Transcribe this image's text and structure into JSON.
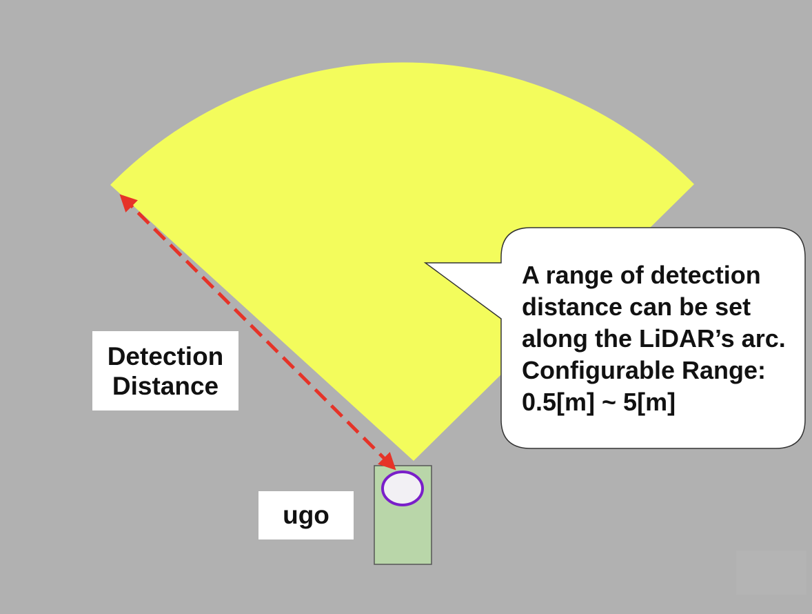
{
  "labels": {
    "detection_distance_line1": "Detection",
    "detection_distance_line2": "Distance",
    "robot_name": "ugo"
  },
  "callout": {
    "lines": [
      "A range of detection",
      "distance can be set",
      "along the LiDAR’s arc.",
      "Configurable Range:",
      "0.5[m] ~ 5[m]"
    ]
  },
  "colors": {
    "background": "#b1b1b1",
    "detection_area": "#f3fc5c",
    "robot_body": "#b9d6a9",
    "lidar_outline": "#7a1fc9",
    "arrow": "#e63328"
  },
  "icons": {
    "robot": "robot-body",
    "sensor": "lidar-sensor",
    "arrow": "double-headed-dashed-arrow"
  }
}
